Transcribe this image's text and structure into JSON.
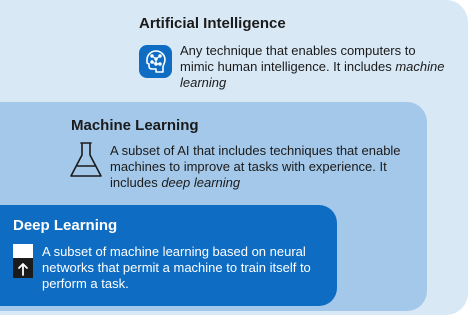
{
  "artificial_intelligence": {
    "title": "Artificial Intelligence",
    "description": "Any technique that enables computers to mimic human intelligence. It includes ",
    "description_emphasis": "machine learning",
    "icon": "brain-circuit-icon",
    "color": "#d8e8f5"
  },
  "machine_learning": {
    "title": "Machine Learning",
    "description": "A subset of AI that includes techniques that enable machines to improve at tasks with experience. It includes ",
    "description_emphasis": "deep learning",
    "icon": "flask-icon",
    "color": "#a4c8e9"
  },
  "deep_learning": {
    "title": "Deep Learning",
    "description": "A subset of machine learning based on neural networks that permit a machine to train itself to perform a task.",
    "icon": "upload-arrow-icon",
    "color": "#0e6dc3"
  }
}
